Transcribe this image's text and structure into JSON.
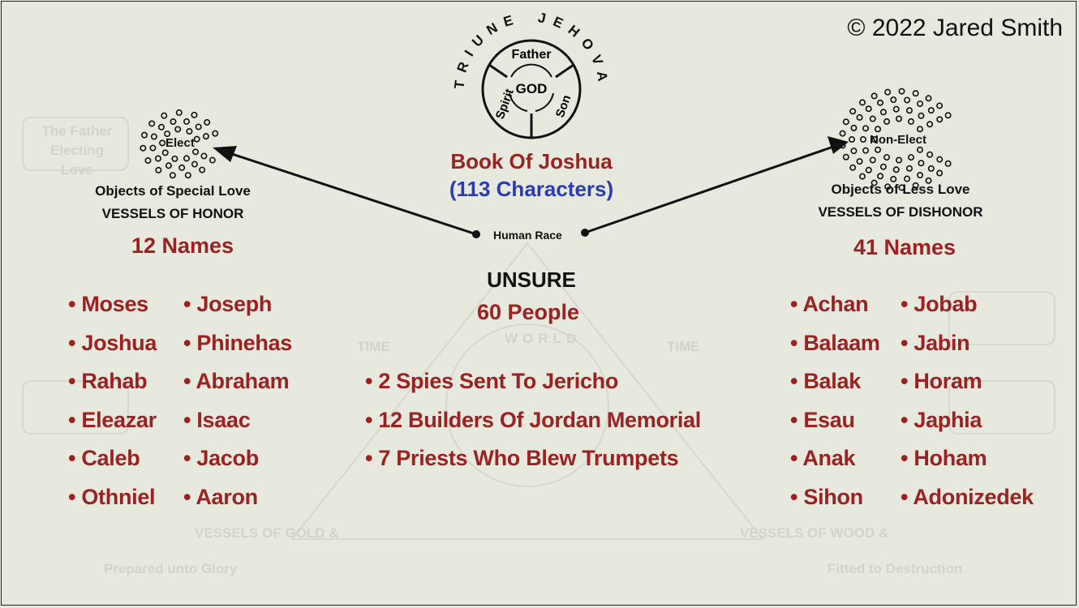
{
  "copyright": "© 2022 Jared Smith",
  "godhead": {
    "arc_left": "TRIUNE",
    "arc_right": "JEHOVAH",
    "center": "GOD",
    "father": "Father",
    "son": "Son",
    "spirit": "Spirit"
  },
  "title": "Book Of Joshua",
  "subtitle": "(113 Characters)",
  "human_race": "Human Race",
  "elect": {
    "cluster_label": "Elect",
    "line1": "Objects of Special Love",
    "line2": "VESSELS OF HONOR",
    "count": "12 Names",
    "col1": [
      "Moses",
      "Joshua",
      "Rahab",
      "Eleazar",
      "Caleb",
      "Othniel"
    ],
    "col2": [
      "Joseph",
      "Phinehas",
      "Abraham",
      "Isaac",
      "Jacob",
      "Aaron"
    ]
  },
  "nonelect": {
    "cluster_label": "Non-Elect",
    "line1": "Objects of Less Love",
    "line2": "VESSELS OF DISHONOR",
    "count": "41 Names",
    "col1": [
      "Achan",
      "Balaam",
      "Balak",
      "Esau",
      "Anak",
      "Sihon"
    ],
    "col2": [
      "Jobab",
      "Jabin",
      "Horam",
      "Japhia",
      "Hoham",
      "Adonizedek"
    ]
  },
  "unsure": {
    "heading": "UNSURE",
    "count": "60 People",
    "items": [
      "2 Spies Sent To Jericho",
      "12 Builders Of Jordan Memorial",
      "7 Priests Who Blew Trumpets"
    ]
  },
  "background": {
    "father": "The Father Electing Love",
    "time_left": "TIME",
    "time_right": "TIME",
    "bottom_left": "Prepared unto Glory",
    "bottom_right": "Fitted to Destruction",
    "gold": "VESSELS OF GOLD &",
    "wood": "VESSELS OF WOOD &",
    "world": "WORLD"
  }
}
